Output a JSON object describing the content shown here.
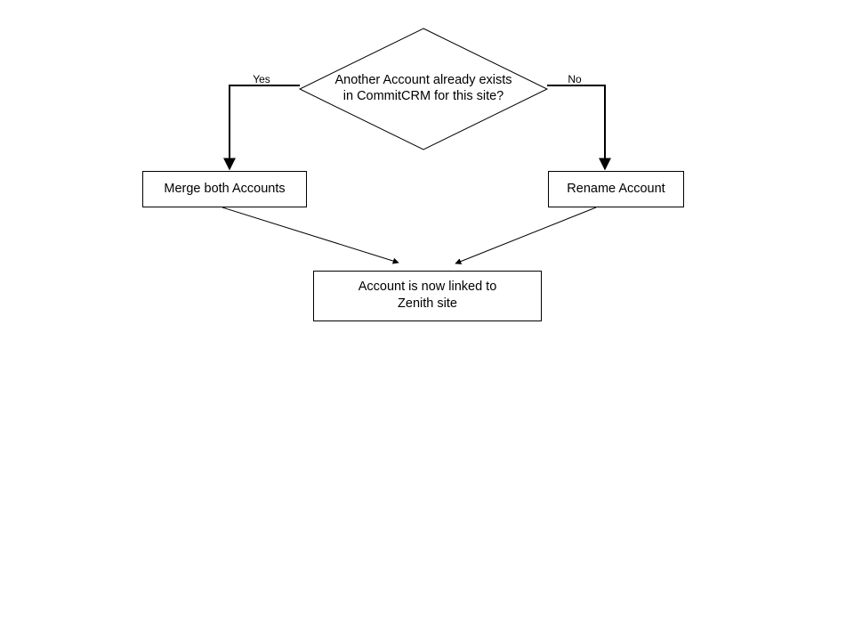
{
  "diagram": {
    "decision": {
      "line1": "Another Account already exists",
      "line2": "in CommitCRM for this site?"
    },
    "yes_label": "Yes",
    "no_label": "No",
    "merge_box": "Merge both Accounts",
    "rename_box": "Rename Account",
    "result": {
      "line1": "Account is now linked to",
      "line2": "Zenith site"
    }
  }
}
